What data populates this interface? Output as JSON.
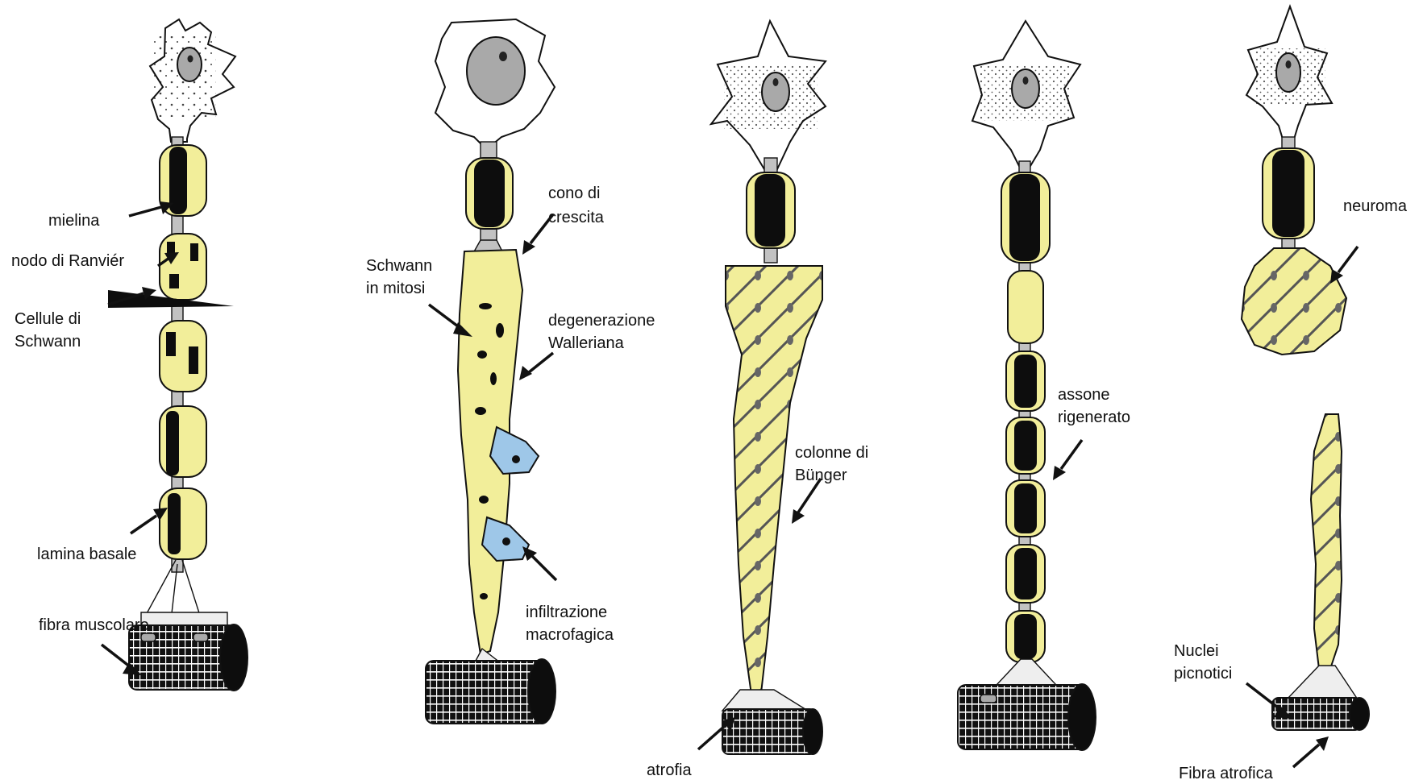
{
  "colors": {
    "schwann": "#f2ee9a",
    "myelin": "#0d0d0d",
    "axon": "#c2c2c2",
    "nucleus": "#a9a9a9",
    "macrophage": "#9ec7e8",
    "soma": "#ffffff",
    "outline": "#111111"
  },
  "labels": {
    "mielina": "mielina",
    "nodo": "nodo di Ranviér",
    "cellule_1": "Cellule di",
    "cellule_2": "Schwann",
    "lamina": "lamina basale",
    "fibra_muscolare": "fibra muscolare",
    "cono_1": "cono di",
    "cono_2": "crescita",
    "schwann_mitosi_1": "Schwann",
    "schwann_mitosi_2": "in mitosi",
    "degenerazione_1": "degenerazione",
    "degenerazione_2": "Walleriana",
    "infiltrazione_1": "infiltrazione",
    "infiltrazione_2": "macrofagica",
    "colonne_1": "colonne di",
    "colonne_2": "Bünger",
    "atrofia": "atrofia",
    "assone_1": "assone",
    "assone_2": "rigenerato",
    "neuroma": "neuroma",
    "nuclei_1": "Nuclei",
    "nuclei_2": "picnotici",
    "fibra_atrofica": "Fibra atrofica"
  }
}
